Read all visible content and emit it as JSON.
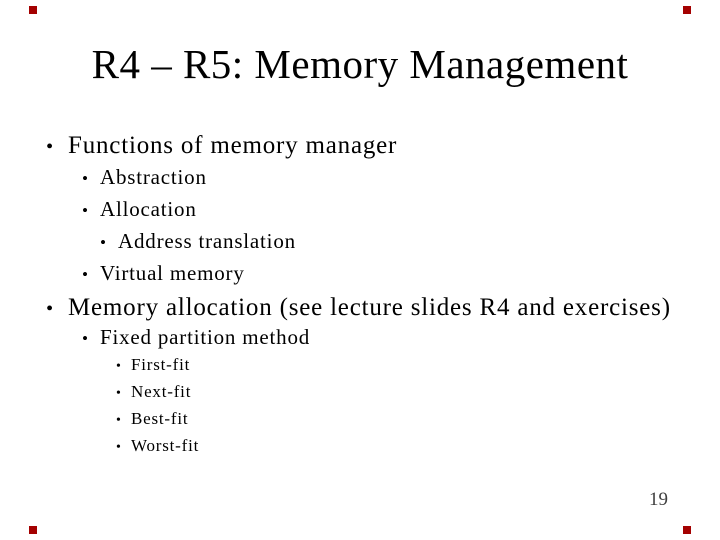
{
  "slide": {
    "title": "R4 – R5: Memory Management",
    "bullet_char": "•",
    "bullets": [
      {
        "level": 1,
        "text": "Functions of memory manager"
      },
      {
        "level": 2,
        "text": "Abstraction"
      },
      {
        "level": 2,
        "text": "Allocation"
      },
      {
        "level": 2,
        "text": "Address translation"
      },
      {
        "level": 2,
        "text": "Virtual memory"
      },
      {
        "level": 1,
        "text": "Memory allocation (see lecture slides R4 and exercises)"
      },
      {
        "level": 2,
        "text": "Fixed partition method"
      },
      {
        "level": 3,
        "text": "First-fit"
      },
      {
        "level": 3,
        "text": "Next-fit"
      },
      {
        "level": 3,
        "text": "Best-fit"
      },
      {
        "level": 3,
        "text": "Worst-fit"
      }
    ],
    "page_number": "19",
    "colors": {
      "background": "#ffffff",
      "text": "#000000",
      "page_number": "#3f3f3f",
      "corner_marker": "#a40000"
    }
  }
}
